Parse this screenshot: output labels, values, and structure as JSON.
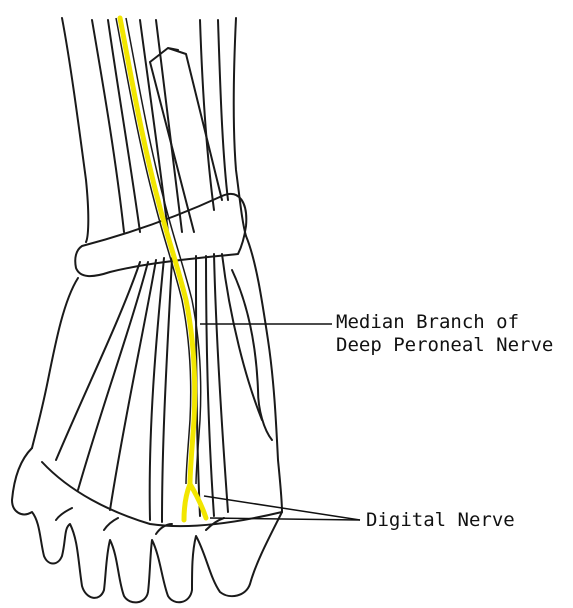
{
  "labels": {
    "median_branch_line1": "Median Branch of",
    "median_branch_line2": "Deep Peroneal Nerve",
    "digital_nerve": "Digital Nerve"
  },
  "colors": {
    "nerve": "#f2e600",
    "outline": "#1a1a1a",
    "background": "#ffffff"
  }
}
